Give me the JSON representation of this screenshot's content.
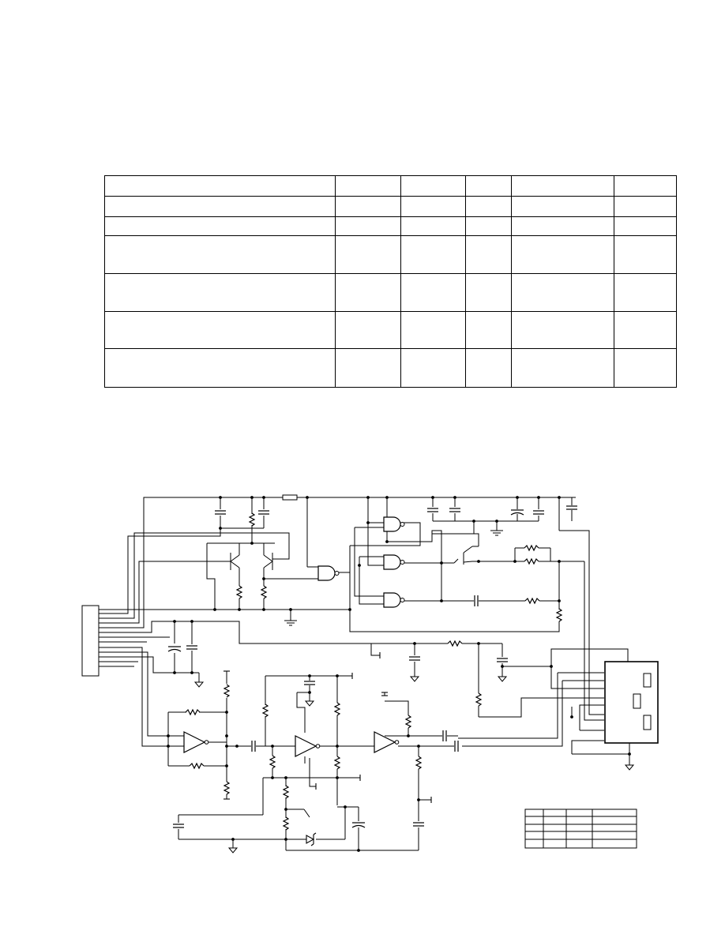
{
  "spec_table": {
    "columns": 6,
    "rows": 7
  },
  "schematic": {
    "connector_pins": 12
  },
  "legend_table": {
    "columns": 4,
    "rows": 5
  }
}
